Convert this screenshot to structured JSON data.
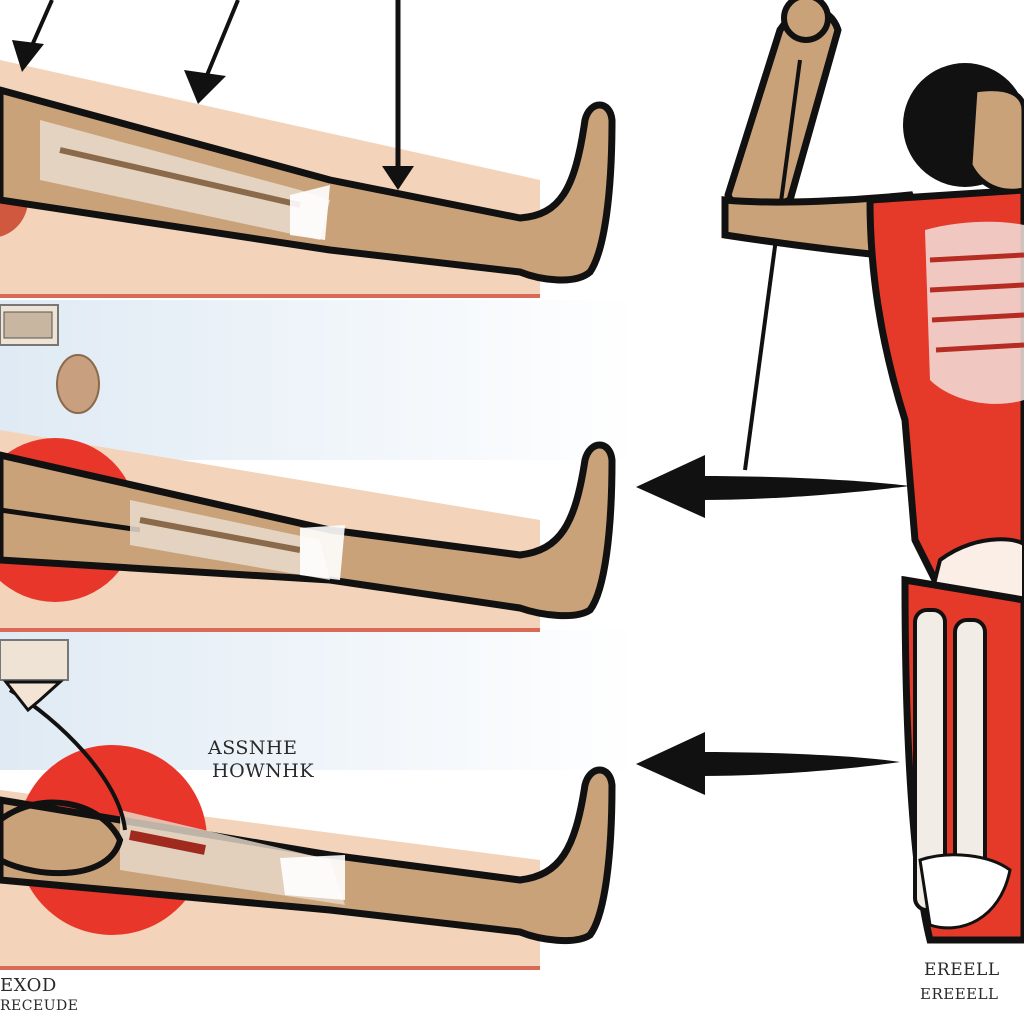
{
  "labels": {
    "mid_label_line1": "ASSNHE",
    "mid_label_line2": "HOWNHK",
    "bottom_left_line1": "EXOD",
    "bottom_left_line2": "RECEUDE",
    "bottom_right_line1": "EREELL",
    "bottom_right_line2": "EREEELL"
  },
  "colors": {
    "skin": "#c9a27a",
    "mat": "#f2d2b8",
    "mat_edge": "#d96a58",
    "highlight_circle": "#e8372a",
    "muscle_red": "#e53a2a",
    "outline": "#111111",
    "background_tint": "#e9f2f9"
  },
  "icons": [
    "down-arrow-icon",
    "left-arrow-icon",
    "highlight-circle-icon"
  ]
}
